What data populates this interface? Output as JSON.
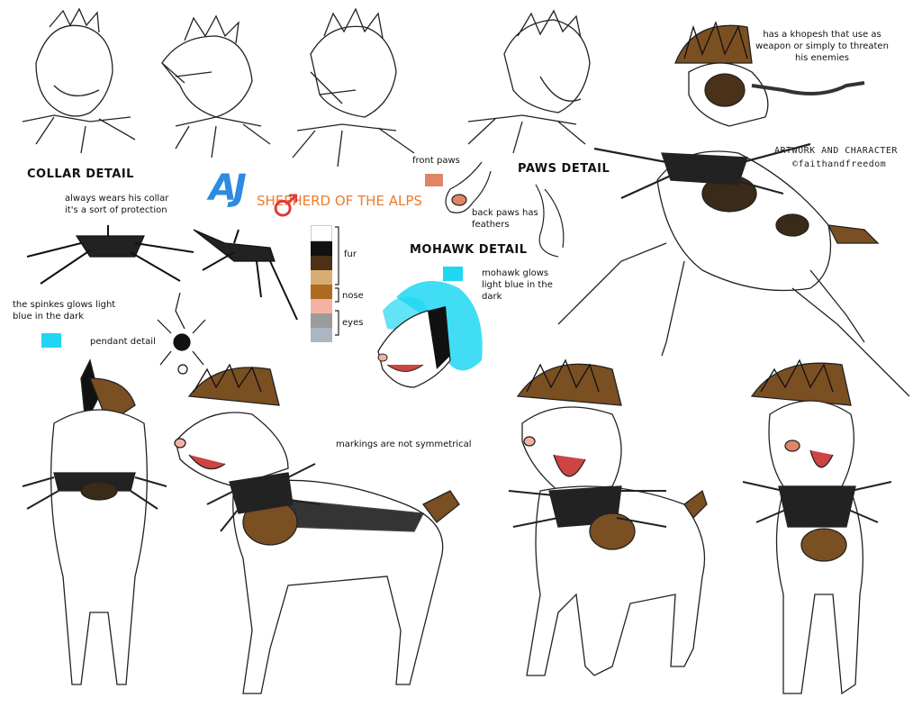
{
  "sheet": {
    "logo_initials": "AJ",
    "logo_title": "SHEPHERD OF THE ALPS",
    "gender_symbol": "♂",
    "credit_line1": "ARTWORK AND CHARACTER",
    "credit_line2": "©faithandfreedom"
  },
  "labels": {
    "collar_detail": "COLLAR DETAIL",
    "collar_note": "always wears his collar it's a sort of protection",
    "spikes_note": "the spinkes glows light blue in the dark",
    "pendant_detail": "pendant detail",
    "front_paws": "front paws",
    "paws_detail": "PAWS DETAIL",
    "back_paws_note": "back paws has feathers",
    "mohawk_detail": "MOHAWK DETAIL",
    "mohawk_note": "mohawk glows light blue in the dark",
    "khopesh_note": "has a khopesh that use as weapon or simply to threaten his enemies",
    "markings_note": "markings are not symmetrical"
  },
  "palette": {
    "label_fur": "fur",
    "label_nose": "nose",
    "label_eyes": "eyes",
    "colors": [
      "#ffffff",
      "#111111",
      "#4a3118",
      "#d8ad73",
      "#b06a1f",
      "#f3b2a3",
      "#9b9b9b",
      "#aab6c2"
    ],
    "glow": "#1fd7f2",
    "front_paw_color": "#e08566",
    "logo_blue": "#2f8be0",
    "logo_orange": "#f07a2a",
    "logo_red": "#e03a3a"
  }
}
